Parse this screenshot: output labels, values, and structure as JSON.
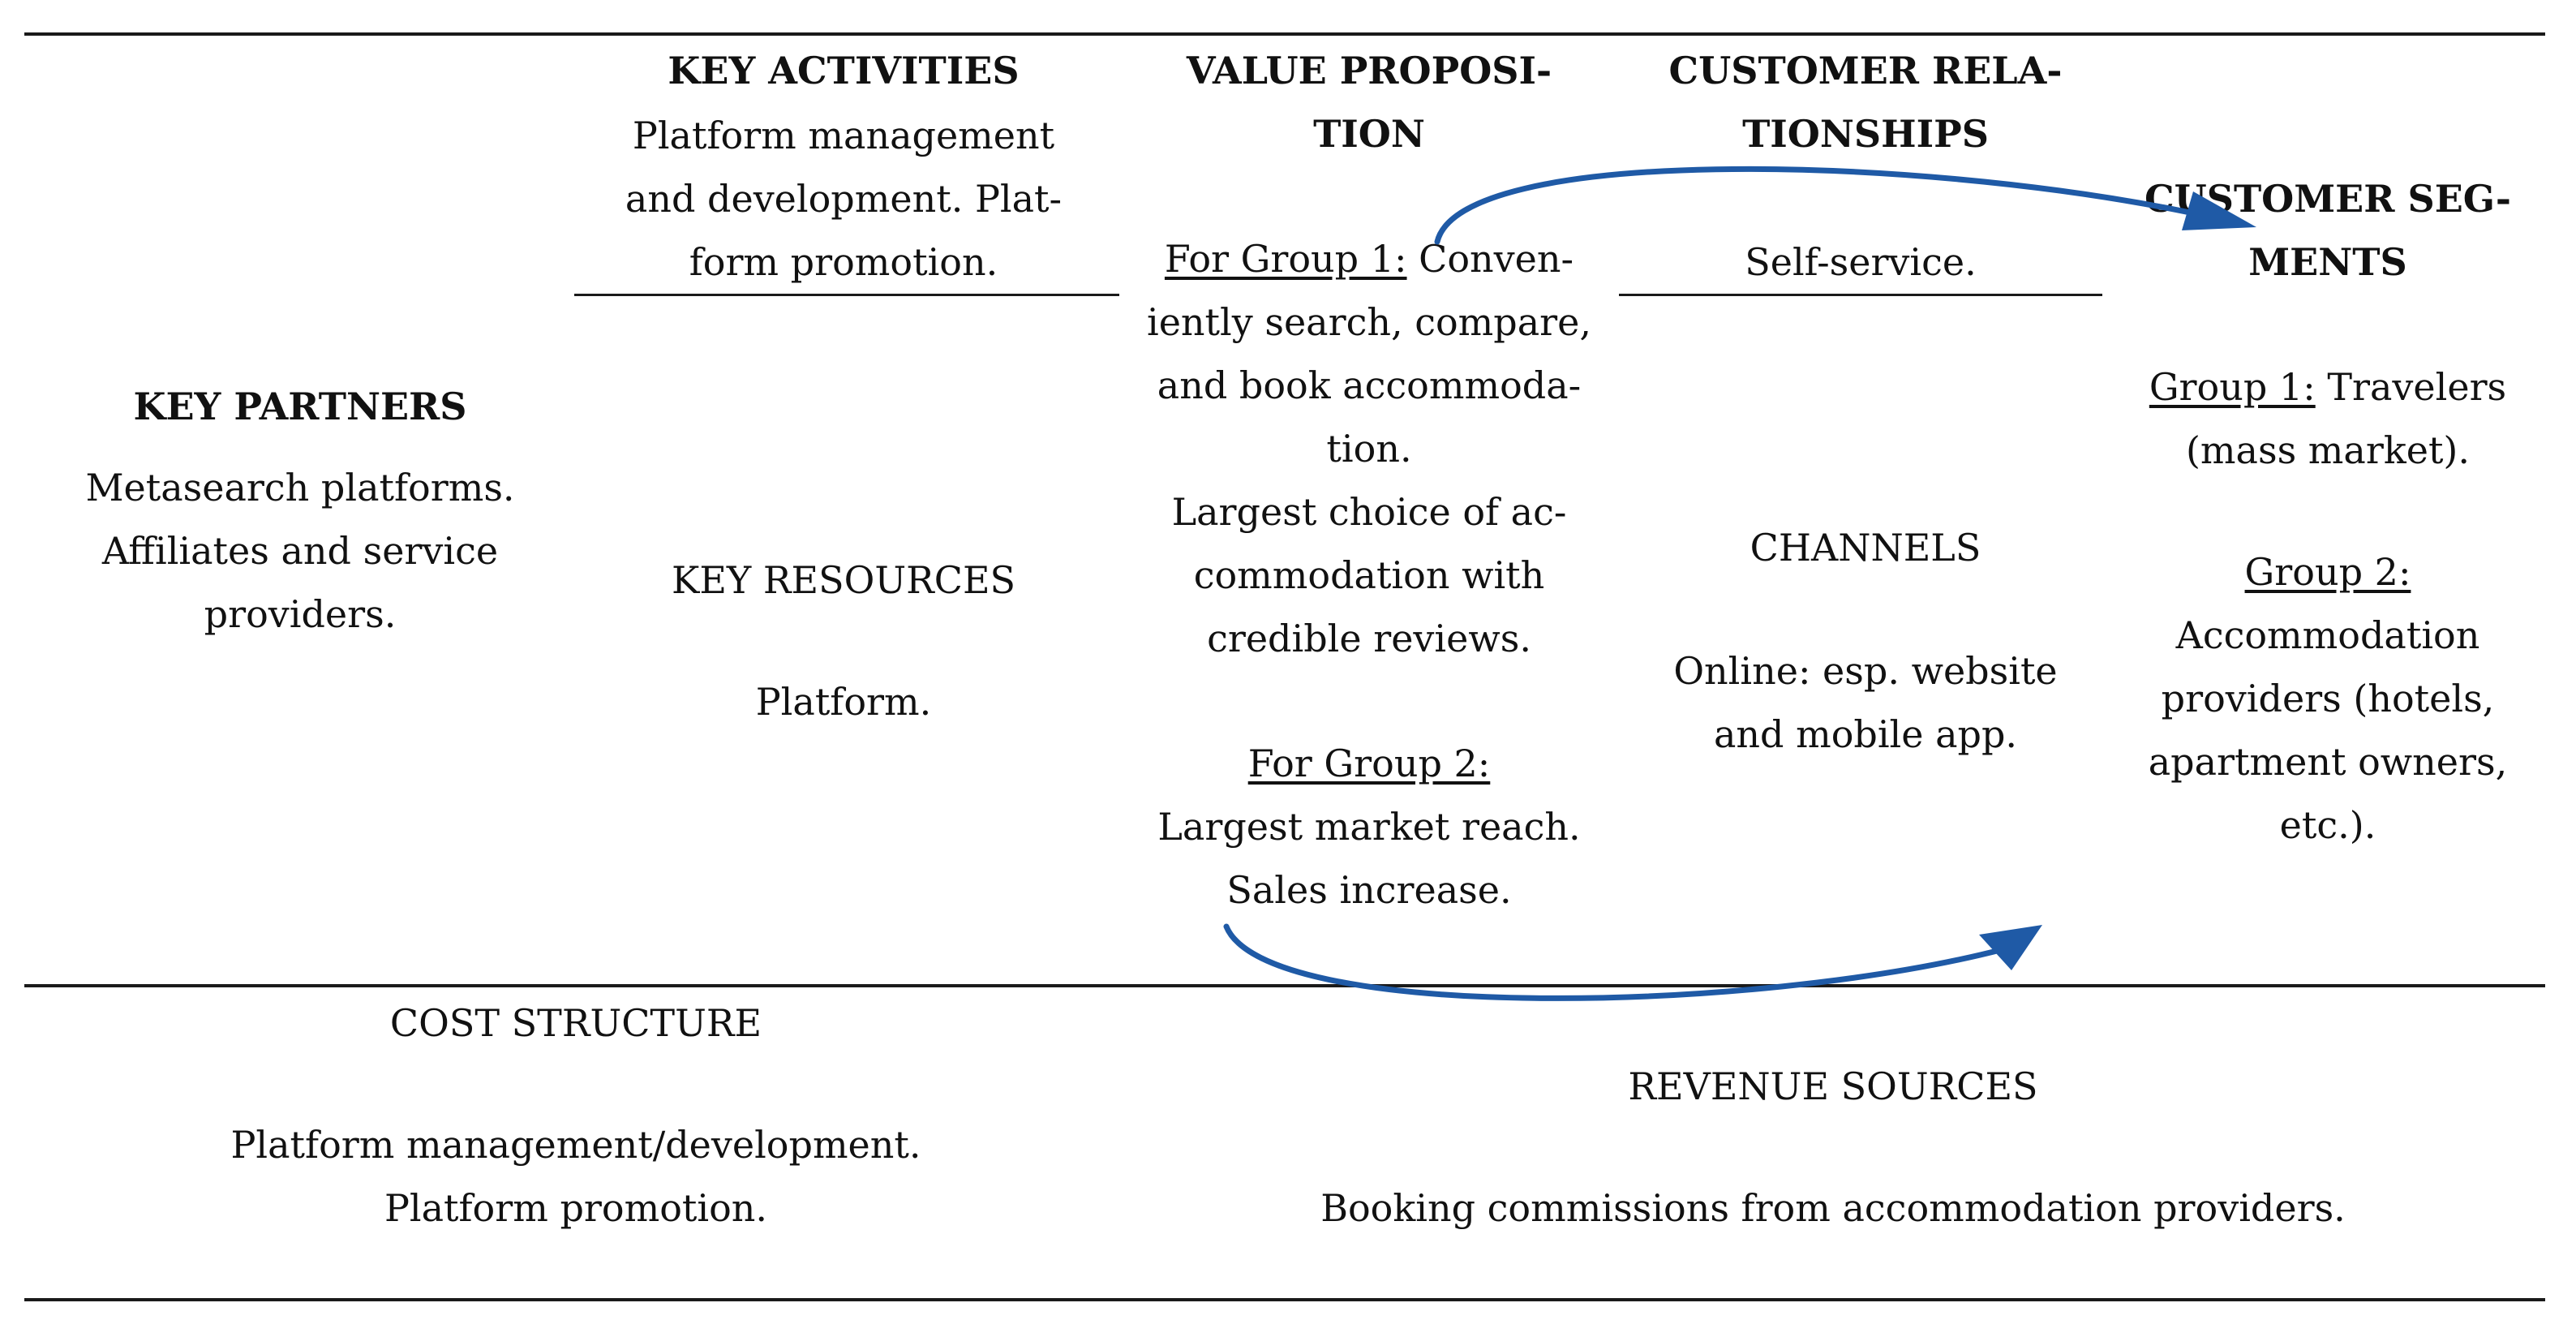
{
  "key_activities": {
    "title": "KEY ACTIVITIES",
    "text": "Platform management\nand development. Plat-\nform promotion."
  },
  "value_proposition": {
    "title": "VALUE PROPOSI-\nTION",
    "group1_label": "For Group 1:",
    "group1_text_a": " Conven-",
    "group1_text_b": "iently search, compare,\nand book accommoda-\ntion.\nLargest choice of ac-\ncommodation with\ncredible reviews.",
    "group2_label": "For Group 2:",
    "group2_text": "Largest market reach.\nSales increase."
  },
  "customer_relationships": {
    "title": "CUSTOMER RELA-\nTIONSHIPS",
    "text": "Self-service."
  },
  "customer_segments": {
    "title": "CUSTOMER SEG-\nMENTS",
    "group1_label": "Group 1:",
    "group1_text_a": " Travelers",
    "group1_text_b": "(mass market).",
    "group2_label": "Group 2:",
    "group2_text": "Accommodation\nproviders (hotels,\napartment owners,\netc.)."
  },
  "key_partners": {
    "title": "KEY PARTNERS",
    "text": "Metasearch platforms.\nAffiliates and service\nproviders."
  },
  "key_resources": {
    "title": "KEY RESOURCES",
    "text": "Platform."
  },
  "channels": {
    "title": "CHANNELS",
    "text": "Online: esp. website\nand mobile app."
  },
  "cost_structure": {
    "title": "COST STRUCTURE",
    "text": "Platform management/development.\nPlatform promotion."
  },
  "revenue_sources": {
    "title": "REVENUE SOURCES",
    "text": "Booking commissions from accommodation providers."
  },
  "colors": {
    "arrow": "#1f5aa6",
    "rule": "#1a1a1a"
  }
}
